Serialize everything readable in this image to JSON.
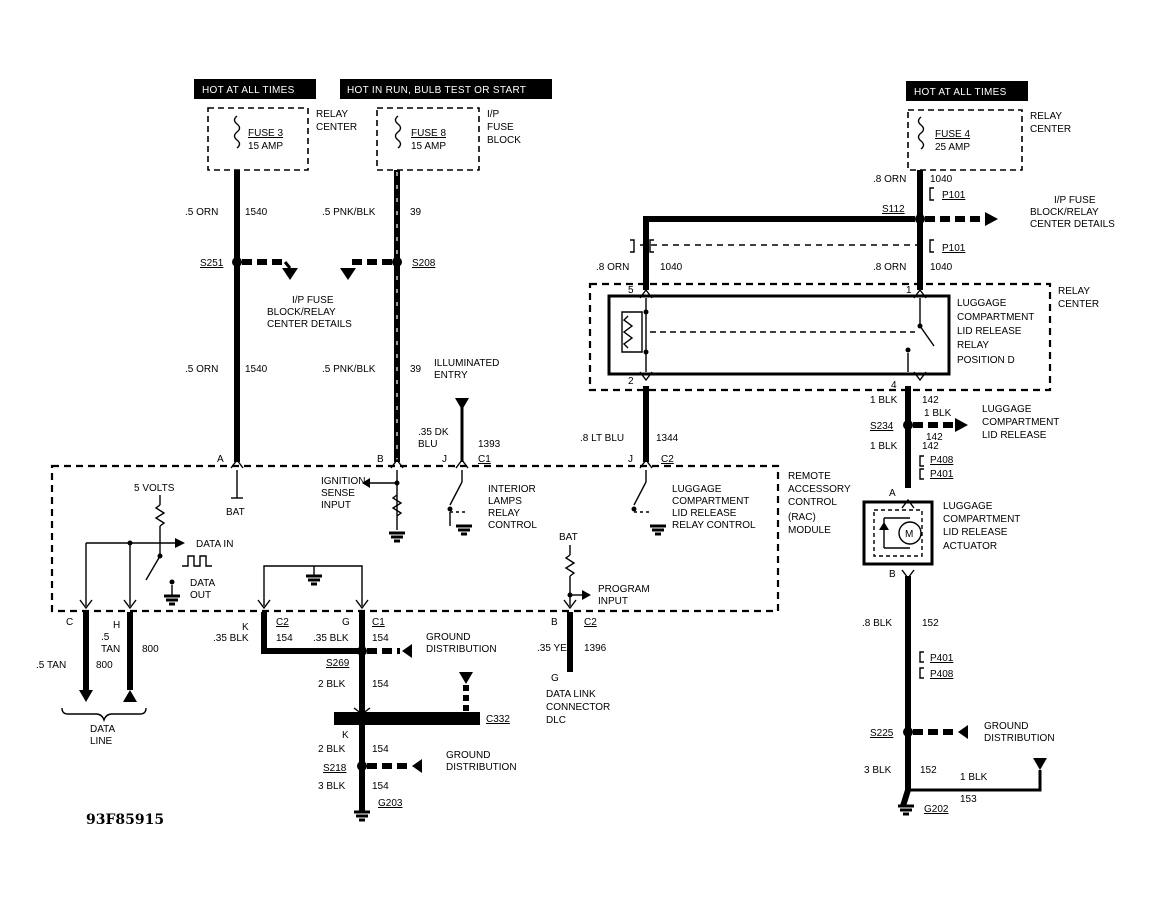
{
  "diagram_id": "93F85915",
  "headers": {
    "hot_left": "HOT AT ALL TIMES",
    "hot_run": "HOT IN RUN, BULB TEST OR START",
    "hot_right": "HOT AT ALL TIMES"
  },
  "fuses": {
    "fuse3_name": "FUSE 3",
    "fuse3_amp": "15 AMP",
    "fuse3_loc_a": "RELAY",
    "fuse3_loc_b": "CENTER",
    "fuse8_name": "FUSE 8",
    "fuse8_amp": "15 AMP",
    "fuse8_loc_a": "I/P",
    "fuse8_loc_b": "FUSE",
    "fuse8_loc_c": "BLOCK",
    "fuse4_name": "FUSE 4",
    "fuse4_amp": "25 AMP",
    "fuse4_loc_a": "RELAY",
    "fuse4_loc_b": "CENTER"
  },
  "wires": {
    "w1_color": ".5 ORN",
    "w1_num": "1540",
    "w2_color": ".5 PNK/BLK",
    "w2_num": "39",
    "w3_color": ".35 DK",
    "w3_color_b": "BLU",
    "w3_num": "1393",
    "w4_color": ".8 LT BLU",
    "w4_num": "1344",
    "w5_color": ".8 ORN",
    "w5_num": "1040",
    "w6_color": "1 BLK",
    "w6_num": "142",
    "w7_color": ".8 BLK",
    "w7_num": "152",
    "w8_color": "3 BLK",
    "w8_num": "152",
    "w9_color": "1 BLK",
    "w9_num": "153",
    "tan_a": ".5 TAN",
    "tan_b": ".5",
    "tan_c": "TAN",
    "tan_num": "800",
    "blk35": ".35 BLK",
    "blk35_num": "154",
    "blk2": "2 BLK",
    "blk2_num": "154",
    "blk3": "3 BLK",
    "blk3_num": "154",
    "yel": ".35 YEL",
    "yel_num": "1396"
  },
  "splices": {
    "s251": "S251",
    "s208": "S208",
    "s112": "S112",
    "s234": "S234",
    "s269": "S269",
    "s218": "S218",
    "s225": "S225"
  },
  "connectors": {
    "p101": "P101",
    "p408": "P408",
    "p401": "P401",
    "c332": "C332",
    "c1": "C1",
    "c2": "C2",
    "g203": "G203",
    "g202": "G202"
  },
  "pins": {
    "a": "A",
    "b": "B",
    "j": "J",
    "c": "C",
    "h": "H",
    "k": "K",
    "g": "G",
    "p5": "5",
    "p1": "1",
    "p2": "2",
    "p4": "4"
  },
  "labels": {
    "ip_fuse_details_a": "I/P FUSE",
    "ip_fuse_details_b": "BLOCK/RELAY",
    "ip_fuse_details_c": "CENTER DETAILS",
    "illuminated_a": "ILLUMINATED",
    "illuminated_b": "ENTRY",
    "bat": "BAT",
    "ign_a": "IGNITION",
    "ign_b": "SENSE",
    "ign_c": "INPUT",
    "int_a": "INTERIOR",
    "int_b": "LAMPS",
    "int_c": "RELAY",
    "int_d": "CONTROL",
    "lug_a": "LUGGAGE",
    "lug_b": "COMPARTMENT",
    "lug_c": "LID RELEASE",
    "lug_d": "RELAY CONTROL",
    "rac_a": "REMOTE",
    "rac_b": "ACCESSORY",
    "rac_c": "CONTROL",
    "rac_d": "(RAC)",
    "rac_e": "MODULE",
    "five_volts": "5 VOLTS",
    "data_in": "DATA IN",
    "data_out_a": "DATA",
    "data_out_b": "OUT",
    "prog_a": "PROGRAM",
    "prog_b": "INPUT",
    "data_line_a": "DATA",
    "data_line_b": "LINE",
    "dlc_a": "DATA LINK",
    "dlc_b": "CONNECTOR",
    "dlc_c": "DLC",
    "ground_dist_a": "GROUND",
    "ground_dist_b": "DISTRIBUTION",
    "relay_center_a": "RELAY",
    "relay_center_b": "CENTER",
    "relay_a": "LUGGAGE",
    "relay_b": "COMPARTMENT",
    "relay_c": "LID RELEASE",
    "relay_d": "RELAY",
    "relay_e": "POSITION D",
    "lcr_a": "LUGGAGE",
    "lcr_b": "COMPARTMENT",
    "lcr_c": "LID RELEASE",
    "act_a": "LUGGAGE",
    "act_b": "COMPARTMENT",
    "act_c": "LID RELEASE",
    "act_d": "ACTUATOR",
    "motor": "M"
  }
}
